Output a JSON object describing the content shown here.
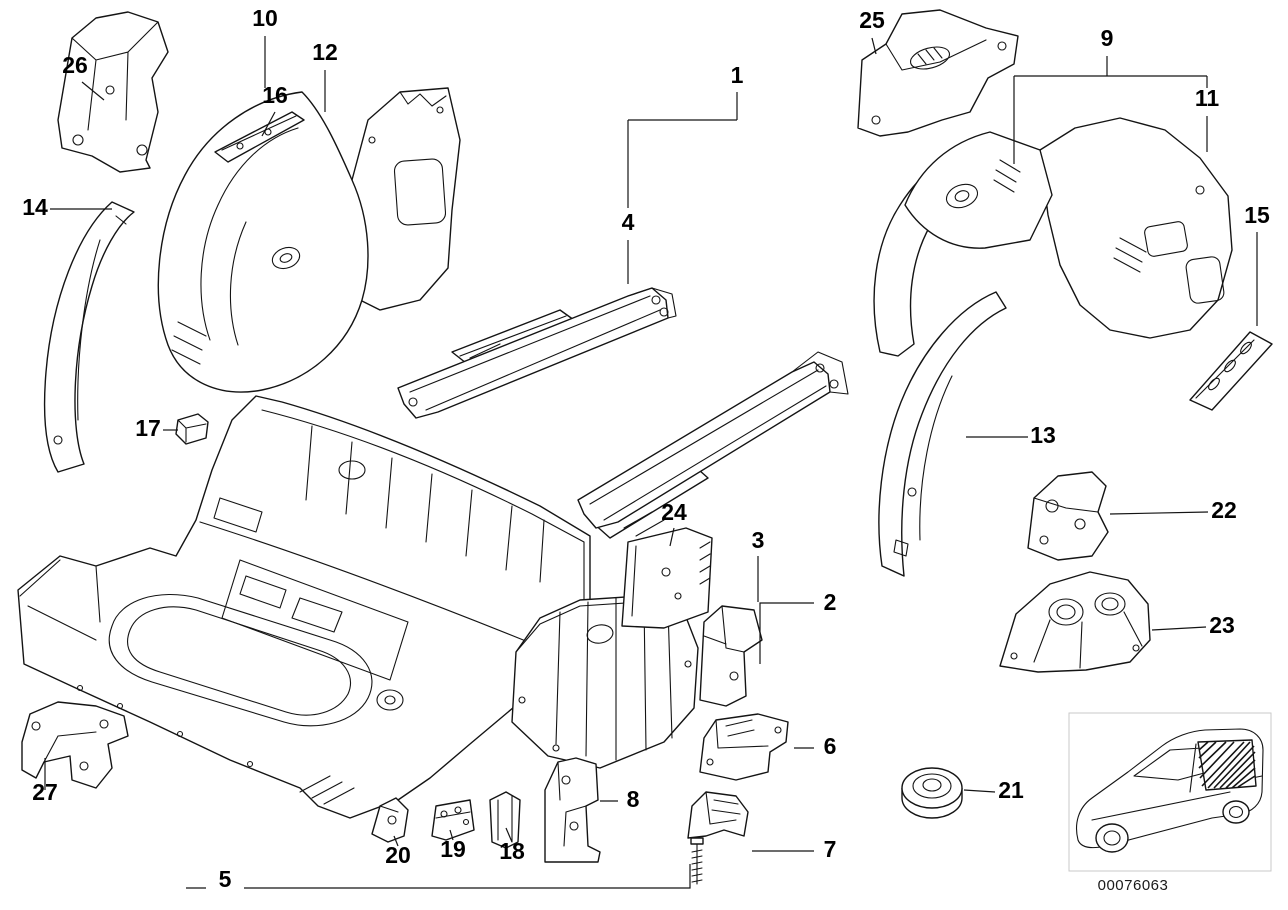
{
  "diagram": {
    "callouts": [
      "1",
      "2",
      "3",
      "4",
      "5",
      "6",
      "7",
      "8",
      "9",
      "10",
      "11",
      "12",
      "13",
      "14",
      "15",
      "16",
      "17",
      "18",
      "19",
      "20",
      "21",
      "22",
      "23",
      "24",
      "25",
      "26",
      "27"
    ],
    "drawing_number": "00076063"
  },
  "colors": {
    "line": "#141414",
    "background": "#ffffff"
  }
}
